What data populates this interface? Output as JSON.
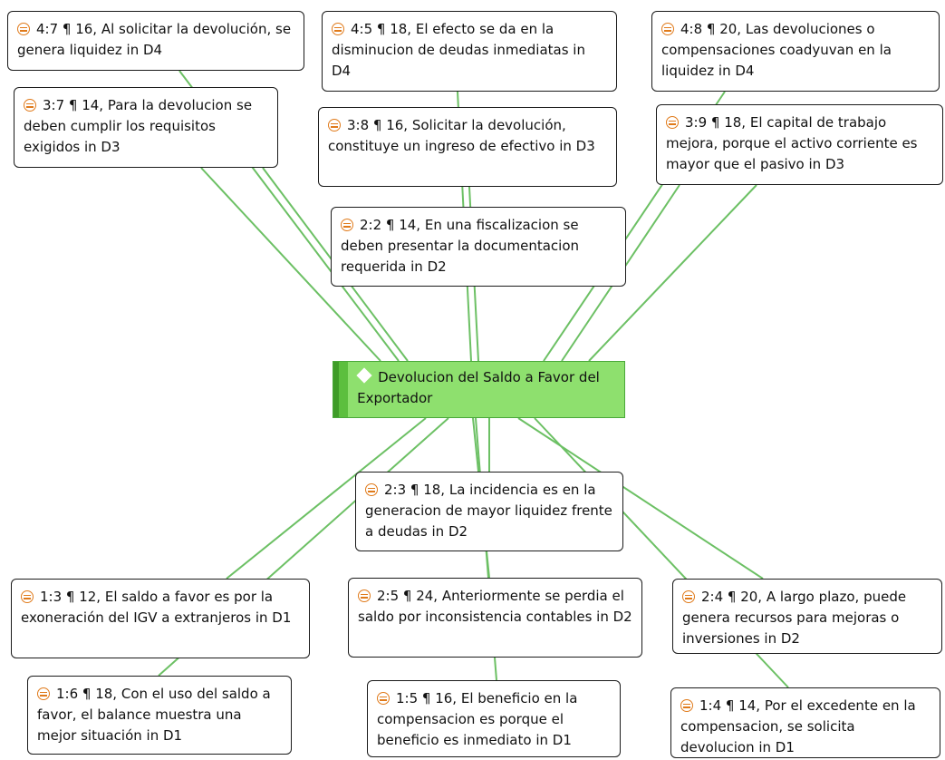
{
  "center": {
    "label": "Devolucion del Saldo a Favor del Exportador"
  },
  "colors": {
    "link": "#6cc064",
    "center_fill": "#8ee06e",
    "center_bar": "#3f9c28",
    "icon": "#e07a1a"
  },
  "icon_name": "document-quote-icon",
  "nodes": [
    {
      "id": "n47",
      "text": "4:7 ¶ 16, Al solicitar la devolución, se genera liquidez in D4"
    },
    {
      "id": "n45",
      "text": "4:5 ¶ 18, El efecto se da en la disminucion de deudas inmediatas in D4"
    },
    {
      "id": "n48",
      "text": "4:8 ¶ 20, Las devoluciones o compensaciones coadyuvan en la liquidez in D4"
    },
    {
      "id": "n37",
      "text": "3:7 ¶ 14, Para la devolucion se deben cumplir los requisitos exigidos in D3"
    },
    {
      "id": "n38",
      "text": "3:8 ¶ 16, Solicitar la devolución, constituye un ingreso de efectivo in D3"
    },
    {
      "id": "n39",
      "text": "3:9 ¶ 18, El capital de trabajo mejora, porque el activo corriente es mayor que el pasivo in D3"
    },
    {
      "id": "n22",
      "text": "2:2 ¶ 14, En una fiscalizacion se deben presentar la documentacion requerida in D2"
    },
    {
      "id": "n23",
      "text": "2:3 ¶ 18, La incidencia es en la generacion de mayor liquidez frente a deudas in D2"
    },
    {
      "id": "n13",
      "text": "1:3 ¶ 12, El saldo a favor es por la exoneración del IGV a extranjeros in D1"
    },
    {
      "id": "n25",
      "text": "2:5 ¶ 24, Anteriormente se perdia el saldo por inconsistencia contables in D2"
    },
    {
      "id": "n24",
      "text": "2:4 ¶ 20, A largo plazo, puede genera recursos para mejoras o inversiones in D2"
    },
    {
      "id": "n16",
      "text": "1:6 ¶ 18, Con el uso del saldo a favor, el balance muestra una mejor situación in D1"
    },
    {
      "id": "n15",
      "text": "1:5 ¶ 16, El beneficio en la compensacion es porque el beneficio es inmediato in D1"
    },
    {
      "id": "n14",
      "text": "1:4 ¶ 14, Por el excedente en la compensacion, se solicita devolucion in D1"
    }
  ]
}
